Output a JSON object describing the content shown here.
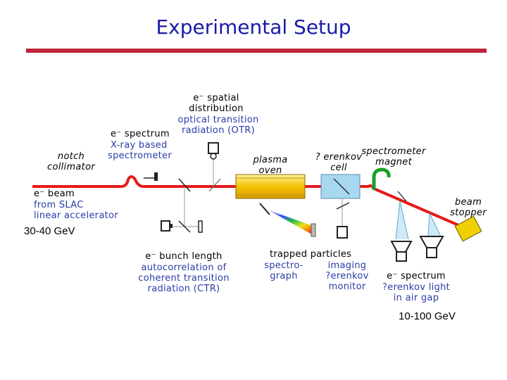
{
  "title": "Experimental Setup",
  "colors": {
    "title": "#1a1aa8",
    "rule": "#c0253a",
    "beam": "#e81818",
    "label_blue": "#2a3ca8"
  },
  "labels": {
    "spatial_1": "e⁻ spatial",
    "spatial_2": "distribution",
    "otr_1": "optical transition",
    "otr_2": "radiation (OTR)",
    "xray_1": "e⁻ spectrum",
    "xray_2": "X-ray based",
    "xray_3": "spectrometer",
    "notch_1": "notch",
    "notch_2": "collimator",
    "plasma_1": "plasma",
    "plasma_2": "oven",
    "cerenkov_cell_1": "? erenkov",
    "cerenkov_cell_2": "cell",
    "magnet_1": "spectrometer",
    "magnet_2": "magnet",
    "beam_in_1": "e⁻ beam",
    "beam_in_2": "from SLAC",
    "beam_in_3": "linear accelerator",
    "stopper_1": "beam",
    "stopper_2": "stopper",
    "bunch_1": "e⁻ bunch length",
    "bunch_2": "autocorrelation of",
    "bunch_3": "coherent transition",
    "bunch_4": "radiation (CTR)",
    "trapped": "trapped particles",
    "spectro_1": "spectro-",
    "spectro_2": "graph",
    "imaging_1": "imaging",
    "imaging_2": "?erenkov",
    "imaging_3": "monitor",
    "espec_1": "e⁻ spectrum",
    "espec_2": "?erenkov light",
    "espec_3": "in air gap"
  },
  "energies": {
    "input": "30-40 GeV",
    "output": "10-100 GeV"
  }
}
